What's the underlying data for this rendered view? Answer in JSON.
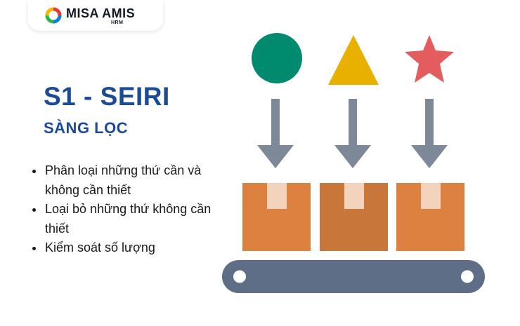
{
  "brand": {
    "name": "MISA AMIS",
    "product": "HRM"
  },
  "heading": {
    "title": "S1 - SEIRI",
    "subtitle": "SÀNG LỌC"
  },
  "bullets": [
    "Phân loại những thứ cần và không cần thiết",
    "Loại bỏ những thứ không cần thiết",
    "Kiểm soát số lượng"
  ],
  "illustration": {
    "shapes": [
      "circle-icon",
      "triangle-icon",
      "star-icon"
    ],
    "colors": {
      "circle": "#008b6e",
      "triangle": "#e8b000",
      "star": "#e35d5f",
      "arrow": "#7d8998",
      "box": "#dc8140",
      "box_middle": "#c9763a",
      "tape": "#f4d3bc",
      "belt": "#5e6e86",
      "title": "#1b4b96"
    }
  }
}
